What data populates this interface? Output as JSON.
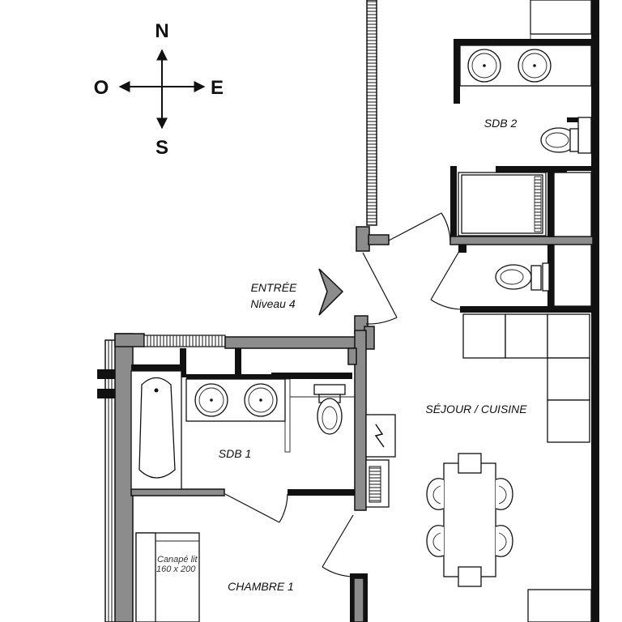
{
  "compass": {
    "north": "N",
    "south": "S",
    "east": "E",
    "west": "O"
  },
  "entry": {
    "line1": "ENTRÉE",
    "line2": "Niveau 4"
  },
  "rooms": {
    "sdb2": "SDB 2",
    "sdb1": "SDB 1",
    "sejour": "SÉJOUR / CUISINE",
    "chambre1": "CHAMBRE 1"
  },
  "sofa": {
    "line1": "Canapé lit",
    "line2": "160 x 200"
  },
  "colors": {
    "wall": "#111111",
    "wall_grey": "#8c8c8c",
    "background": "#ffffff"
  }
}
